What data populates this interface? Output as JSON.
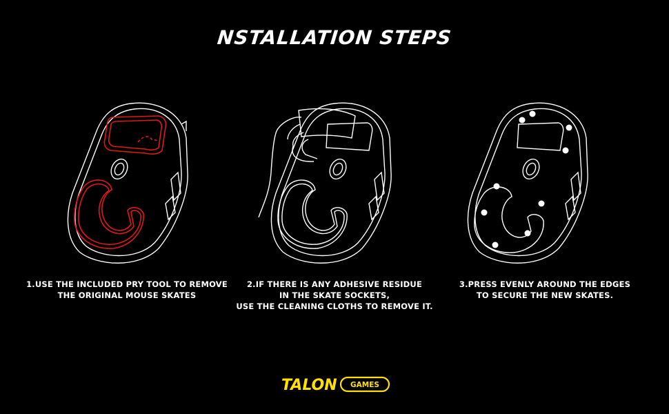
{
  "title": "NSTALLATION STEPS",
  "steps": [
    {
      "lines": [
        "1.USE THE INCLUDED PRY TOOL TO REMOVE",
        "THE ORIGINAL MOUSE SKATES"
      ]
    },
    {
      "lines": [
        "2.IF THERE IS ANY ADHESIVE RESIDUE",
        "IN THE SKATE SOCKETS,",
        "USE THE CLEANING CLOTHS TO REMOVE IT."
      ]
    },
    {
      "lines": [
        "3.PRESS EVENLY AROUND THE EDGES",
        "TO SECURE THE NEW SKATES."
      ]
    }
  ],
  "logo": {
    "part1": "TALON",
    "part2": "GAMES",
    "color": "#ffe000"
  },
  "colors": {
    "background": "#000000",
    "outline": "#ffffff",
    "highlight": "#e01818"
  },
  "illustrations": [
    "mouse-bottom-skates-highlighted",
    "hand-peeling-skate",
    "mouse-bottom-new-skates-dots"
  ]
}
